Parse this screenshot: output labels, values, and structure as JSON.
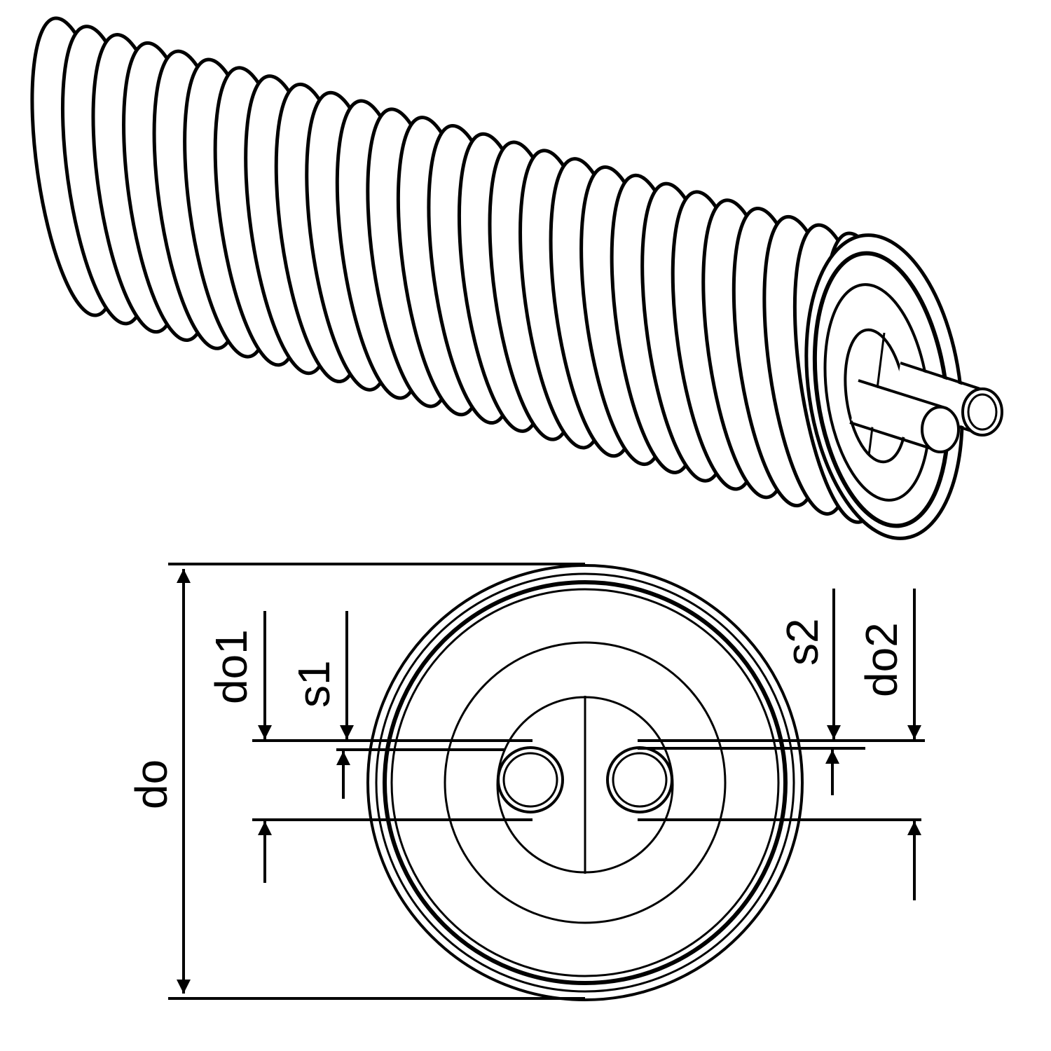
{
  "title": "Twin pipe pre-insulated corrugated pipe",
  "labels": {
    "outer_diameter": "do",
    "pipe1_outer_diameter": "do1",
    "pipe1_wall": "s1",
    "pipe2_wall": "s2",
    "pipe2_outer_diameter": "do2"
  },
  "colors": {
    "line": "#000000",
    "background": "#ffffff"
  }
}
